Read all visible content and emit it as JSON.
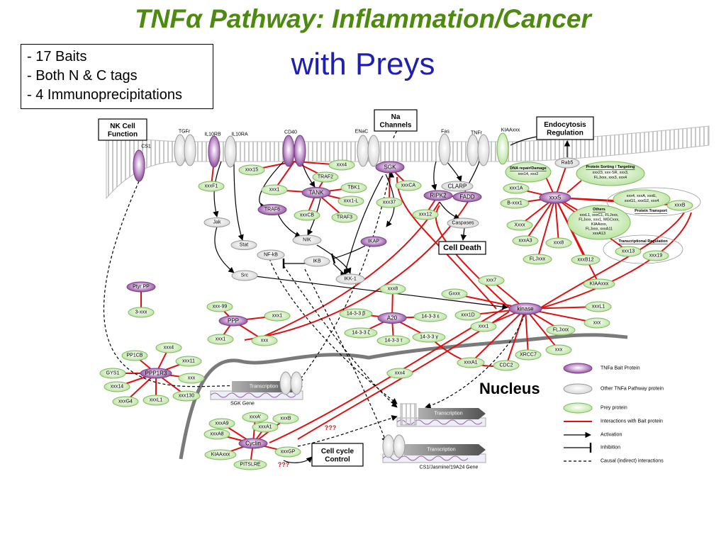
{
  "title": "TNFα Pathway: Inflammation/Cancer",
  "subtitle": "with Preys",
  "summary": [
    "- 17 Baits",
    "- Both N & C tags",
    "- 4 Immunoprecipitations"
  ],
  "nucleus_label": "Nucleus",
  "colors": {
    "bait": "#9b62a8",
    "prey": "#d6f0c2",
    "other": "#e8e8e8",
    "interaction": "#dd1111",
    "title_green": "#4e8a10",
    "title_blue": "#2020b0"
  },
  "boxes": {
    "nk": "NK Cell\nFunction",
    "na": "Na\nChannels",
    "endo": "Endocytosis\nRegulation",
    "celldeath": "Cell Death",
    "cellcycle": "Cell cycle\nControl"
  },
  "receptors": {
    "tgfr": "TGFr",
    "il10rb": "IL10RB",
    "il10ra": "IL10RA",
    "cd40": "CD40",
    "enac": "ENaC",
    "fas": "Fas",
    "tnfr": "TNFr",
    "kiaaxxx": "KIAAxxx",
    "cs1": "CS1"
  },
  "transcription": {
    "label": "Transcription",
    "gene1": "SGK Gene",
    "gene3": "CS1/Jasmine/19A24 Gene",
    "question1": "???",
    "question2": "???"
  },
  "cytoplasm_other": {
    "jak": "Jak",
    "stat": "Stat",
    "nik": "NIK",
    "nfkb": "NF-kB",
    "ikb": "IKB",
    "ikk1": "IKK-1",
    "src": "Src",
    "caspases": "Caspases",
    "clarp": "CLARP",
    "rab5": "Rab5"
  },
  "baits": {
    "sgk": "SGK",
    "tank": "TANK",
    "traf6": "TRAF6",
    "ripk2": "RIPK2",
    "fadd": "FADD",
    "ikap": "IKAP",
    "xxx5": "xxx5",
    "kinase": "kinase",
    "a20": "A20",
    "ppp": "PPP",
    "ppp1r3": "PPP1R3",
    "ptyrpp": "Ptyr PP",
    "cyclin": "Cyclin"
  },
  "preys": {
    "xxxf1": "xxxF1",
    "xxx15": "xxx15",
    "xxx4cd40": "xxx4",
    "traf2": "TRAF2",
    "xxx1cd40": "xxx1",
    "tbk1": "TBK1",
    "xxx1l": "xxx1-L",
    "xxxcb": "xxxCB",
    "traf3": "TRAF3",
    "xxxca": "xxxCA",
    "xxx37": "xxx37",
    "xxx12": "xxx12",
    "xxx1a": "xxx1A",
    "bxxx1": "B-xxx1",
    "xxxx": "Xxxx",
    "xxxa3": "xxxA3",
    "xxx8": "xxx8",
    "fljxxx": "FLJxxx",
    "xxxb12": "xxxB12",
    "kiaaxxx2": "KIAAxxx",
    "xxxb": "xxxB",
    "xxx13": "xxx13",
    "xxx19": "xxx19",
    "xxx7": "xxx7",
    "gxxx": "Gxxx",
    "xxx8b": "xxx8",
    "xxx1d": "xxx1D",
    "xxx1k": "xxx1",
    "xxxl1": "xxxL1",
    "xxxk": "xxx",
    "fljxxx2": "FLJxxx",
    "xxxk2": "xxx",
    "xrcc7": "XRCC7",
    "cdc2": "CDC2",
    "xxxa1": "xxxA1",
    "xxx4n": "xxx4",
    "b1433": "14-3-3 β",
    "e1433": "14-3-3 ε",
    "z1433": "14-3-3 ζ",
    "g1433": "14-3-3 γ",
    "t1433": "14-3-3 τ",
    "xxx99": "xxx-99",
    "xxx1p": "xxx1",
    "xxx1p2": "xxx1",
    "xxxp": "xxx",
    "pp1cb": "PP1CB",
    "xxx4p": "xxx4",
    "xxx11": "xxx11",
    "gys1": "GYS1",
    "xxxpp": "xxx",
    "xxx14": "xxx14",
    "xxx130": "xxx130",
    "xxxg4": "xxxG4",
    "xxxl1p": "xxxL1",
    "x3xxx": "3-xxx",
    "xxxa9": "xxxA9",
    "xxxap": "xxxA'",
    "xxxbc": "xxxB",
    "xxxa1c": "xxxA1",
    "xxxa8": "xxxA8",
    "kiaaxxxc": "KIAAxxx",
    "xxxgp": "xxxGP",
    "pitslre": "PITSLRE"
  },
  "groups": {
    "dna": {
      "title": "DNA repair/Damage",
      "items": "xxx14, xxx2"
    },
    "sorting": {
      "title": "Protein Sorting / Targeting",
      "line1": "xxx23, xxx-SR, xxx3,",
      "line2": "FLJxxx, xxx3, xxx4"
    },
    "transport": {
      "title": "Protein Transport",
      "line1": "xxx4, xxxA, xxxE,",
      "line2": "xxxG1, xxxG2, xxx4"
    },
    "others": {
      "title": "Others",
      "line1": "xxxL1, xxxC1, FLJxxx,",
      "line2": "FLJxxx, xxx1, MGCxxx,",
      "line3": "KIAAxxx,",
      "line4": "FLJxxx, xxxA11",
      "line5": "xxxA13"
    },
    "transreg": {
      "title": "Transcriptional Regulation"
    }
  },
  "legend": {
    "bait": "TNFa Bait Protein",
    "other": "Other TNFa Pathway protein",
    "prey": "Prey protein",
    "interaction": "Interactions with Bait protein",
    "activation": "Activation",
    "inhibition": "Inhibition",
    "causal": "Causal (indirect) interactions"
  }
}
